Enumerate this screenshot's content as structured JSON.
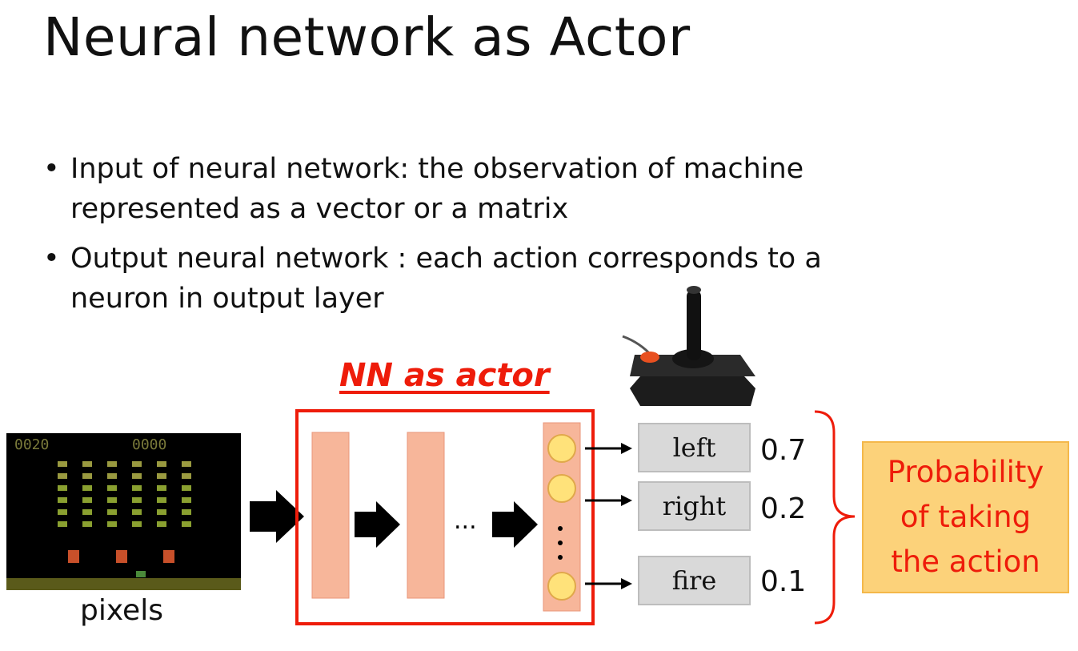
{
  "slide": {
    "title": "Neural network as Actor",
    "bullets": [
      {
        "line1": "Input of neural network: the observation of machine",
        "line2": "represented as a vector or a matrix"
      },
      {
        "line1": "Output neural network : each action corresponds to a",
        "line2": "neuron in output layer"
      }
    ]
  },
  "diagram": {
    "nn_label": "NN as actor",
    "input_label": "pixels",
    "game_scores": [
      "0020",
      "0000"
    ],
    "ellipsis": "...",
    "actions": [
      {
        "label": "left",
        "probability": "0.7"
      },
      {
        "label": "right",
        "probability": "0.2"
      },
      {
        "label": "fire",
        "probability": "0.1"
      }
    ],
    "probability_note": {
      "line1": "Probability",
      "line2": "of taking",
      "line3": "the action"
    },
    "colors": {
      "accent_red": "#ee1c0a",
      "layer_fill": "#f7b69a",
      "neuron_fill": "#ffe27a",
      "action_box": "#d9d9d9",
      "note_fill": "#fcd27a",
      "game_bg": "#000000"
    }
  }
}
